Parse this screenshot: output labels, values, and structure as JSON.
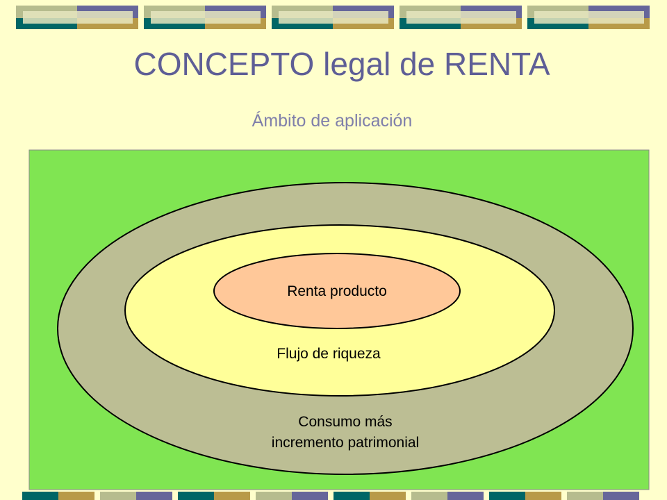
{
  "slide": {
    "title": "CONCEPTO legal de RENTA",
    "subtitle": "Ámbito de aplicación"
  },
  "diagram": {
    "outer_label_line1": "Consumo más",
    "outer_label_line2": "incremento patrimonial",
    "middle_label": "Flujo de riqueza",
    "inner_label": "Renta producto"
  },
  "colors": {
    "background": "#FFFFCC",
    "frame_fill": "#80E552",
    "outer_ellipse": "#BCBE94",
    "middle_ellipse": "#FFFF99",
    "inner_ellipse": "#FFC899",
    "title_text": "#5E5E96",
    "band_navy": "#66669A",
    "band_teal": "#006666",
    "band_gold": "#B89A48",
    "band_sage": "#B6BC8E"
  }
}
